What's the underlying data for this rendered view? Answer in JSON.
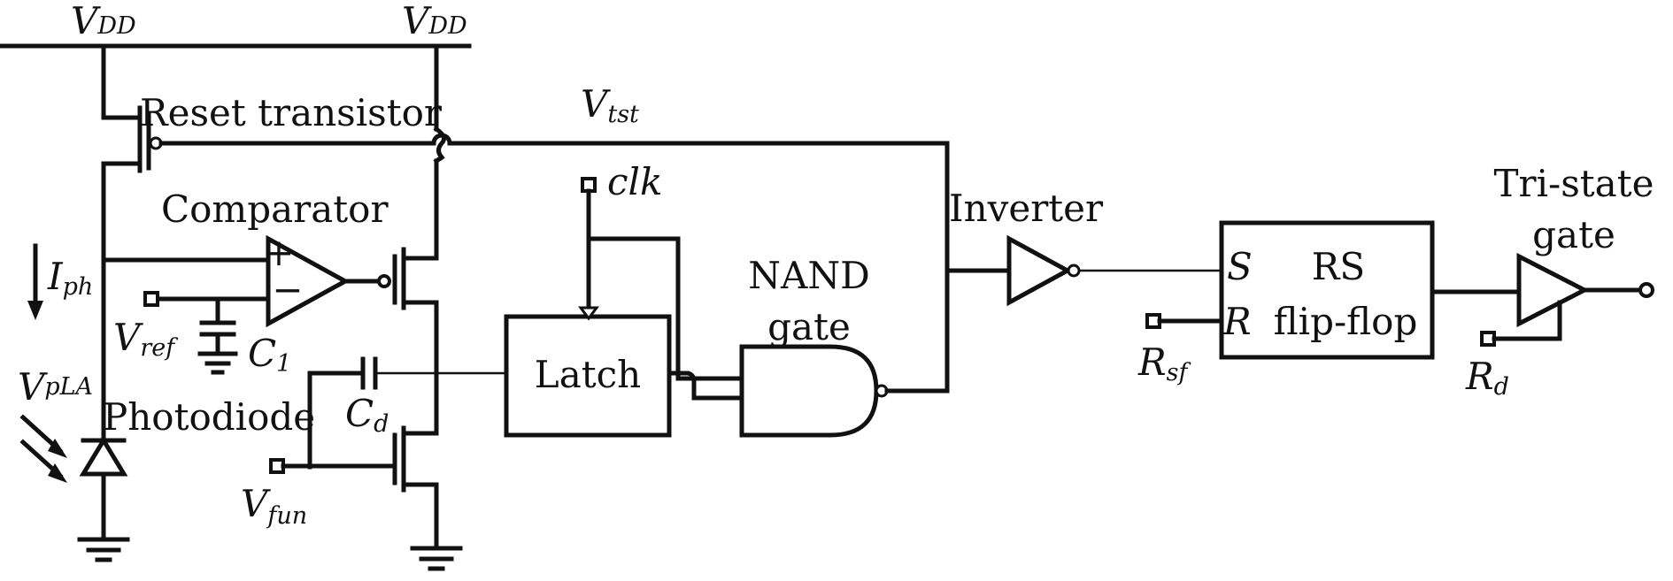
{
  "labels": {
    "vdd_left": {
      "main": "V",
      "sub": "DD"
    },
    "vdd_right": {
      "main": "V",
      "sub": "DD"
    },
    "reset_transistor": "Reset transistor",
    "vtst": {
      "main": "V",
      "sub": "tst"
    },
    "clk": "clk",
    "comparator": "Comparator",
    "comparator_plus": "+",
    "comparator_minus": "−",
    "iph": {
      "main": "I",
      "sub": "ph"
    },
    "vref": {
      "main": "V",
      "sub": "ref"
    },
    "c1": {
      "main": "C",
      "sub": "1"
    },
    "vpla": {
      "main": "V",
      "sub": "pLA"
    },
    "photodiode": "Photodiode",
    "cd": {
      "main": "C",
      "sub": "d"
    },
    "vfun": {
      "main": "V",
      "sub": "fun"
    },
    "latch": "Latch",
    "nand_line1": "NAND",
    "nand_line2": "gate",
    "inverter": "Inverter",
    "rs_s": "S",
    "rs_r": "R",
    "rs_line1": "RS",
    "rs_line2": "flip-flop",
    "rsf": {
      "main": "R",
      "sub": "sf"
    },
    "tristate_line1": "Tri-state",
    "tristate_line2": "gate",
    "rd": {
      "main": "R",
      "sub": "d"
    }
  },
  "colors": {
    "ink": "#111111",
    "background": "#ffffff"
  }
}
